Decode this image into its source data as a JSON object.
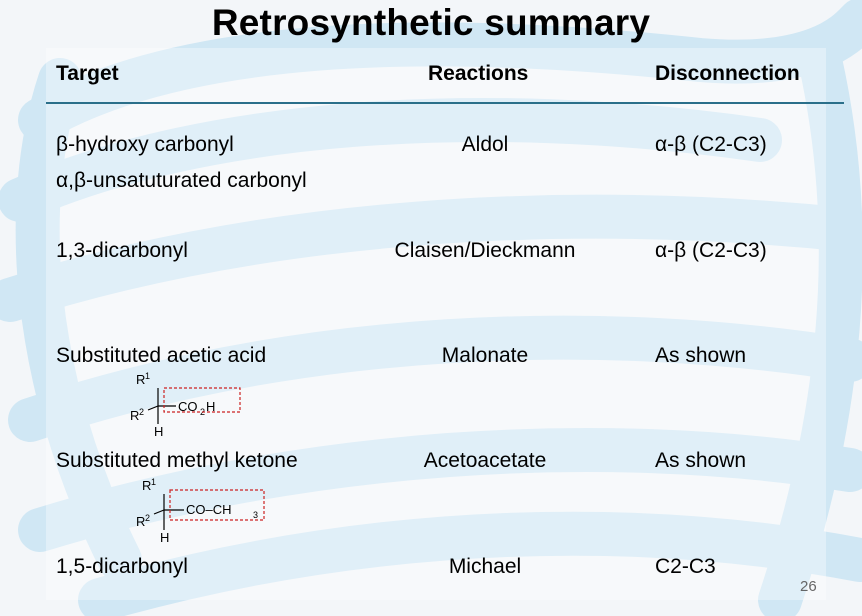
{
  "slide": {
    "title": "Retrosynthetic summary",
    "page_number": "26"
  },
  "table": {
    "headers": {
      "target": "Target",
      "reactions": "Reactions",
      "disconnection": "Disconnection"
    },
    "rows": [
      {
        "target": "β-hydroxy carbonyl",
        "target2": "α,β-unsatuturated carbonyl",
        "reaction": "Aldol",
        "disconnection": "α-β (C2-C3)"
      },
      {
        "target": "1,3-dicarbonyl",
        "reaction": "Claisen/Dieckmann",
        "disconnection": "α-β (C2-C3)"
      },
      {
        "target": "Substituted acetic acid",
        "reaction": "Malonate",
        "disconnection": "As shown"
      },
      {
        "target": "Substituted methyl ketone",
        "reaction": "Acetoacetate",
        "disconnection": "As shown"
      },
      {
        "target": "1,5-dicarbonyl",
        "reaction": "Michael",
        "disconnection": "C2-C3"
      }
    ]
  },
  "structures": {
    "acetic_acid": {
      "r1": "R",
      "r1_sup": "1",
      "r2": "R",
      "r2_sup": "2",
      "h": "H",
      "group": "CO",
      "group_sub": "2",
      "group_tail": "H"
    },
    "methyl_ketone": {
      "r1": "R",
      "r1_sup": "1",
      "r2": "R",
      "r2_sup": "2",
      "h": "H",
      "group": "CO–CH",
      "group_sub": "3"
    }
  },
  "colors": {
    "swirl": "#cde6f4",
    "rule": "#2a6f8a",
    "dashed_box": "#cc2222"
  }
}
